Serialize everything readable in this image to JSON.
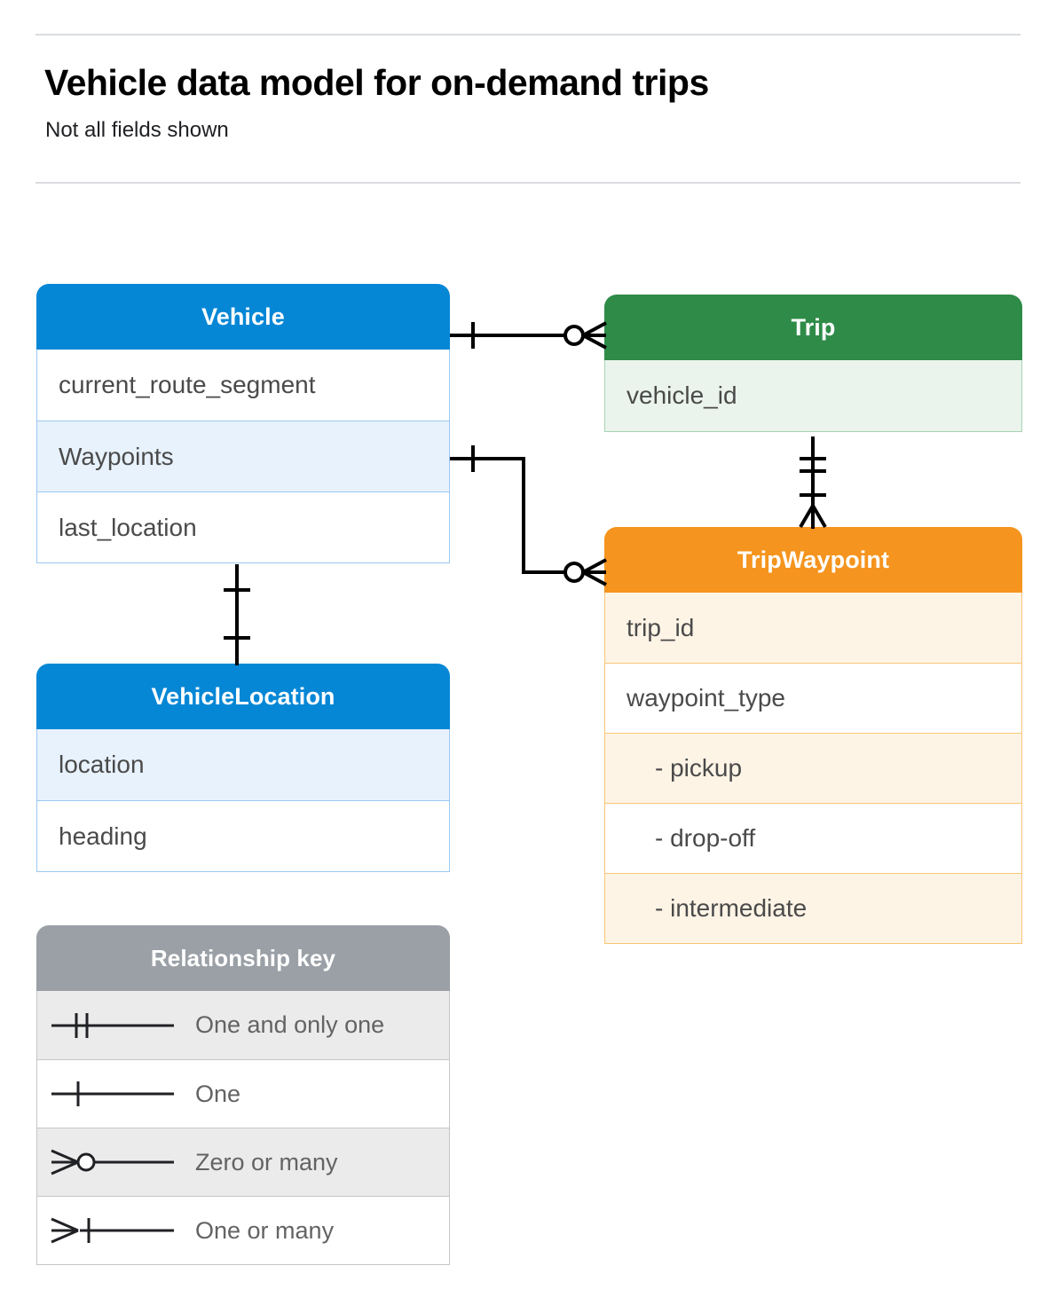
{
  "header": {
    "title": "Vehicle data model for on-demand trips",
    "subtitle": "Not all fields shown"
  },
  "colors": {
    "blue": "#0687d6",
    "blue_light": "#e8f2fd",
    "blue_border": "#9cc9f2",
    "green": "#2e8b48",
    "green_light": "#eaf4ec",
    "green_border": "#a8d3b3",
    "orange": "#f5941e",
    "orange_light": "#fef4e6",
    "orange_border": "#f8c676",
    "grey": "#9aa0a6",
    "grey_light": "#ebebeb",
    "line": "#000000",
    "text": "#4a4a4a"
  },
  "entities": [
    {
      "id": "vehicle",
      "title": "Vehicle",
      "theme": "blue",
      "fields": [
        {
          "label": "current_route_segment",
          "shaded": false
        },
        {
          "label": "Waypoints",
          "shaded": true
        },
        {
          "label": "last_location",
          "shaded": false
        }
      ]
    },
    {
      "id": "trip",
      "title": "Trip",
      "theme": "green",
      "fields": [
        {
          "label": "vehicle_id",
          "shaded": true
        }
      ]
    },
    {
      "id": "tripwaypoint",
      "title": "TripWaypoint",
      "theme": "orange",
      "fields": [
        {
          "label": "trip_id",
          "shaded": true,
          "indent": false
        },
        {
          "label": "waypoint_type",
          "shaded": false,
          "indent": false
        },
        {
          "label": "-  pickup",
          "shaded": true,
          "indent": true
        },
        {
          "label": "-  drop-off",
          "shaded": false,
          "indent": true
        },
        {
          "label": "-  intermediate",
          "shaded": true,
          "indent": true
        }
      ]
    },
    {
      "id": "vehiclelocation",
      "title": "VehicleLocation",
      "theme": "blue",
      "fields": [
        {
          "label": "location",
          "shaded": true
        },
        {
          "label": "heading",
          "shaded": false
        }
      ]
    }
  ],
  "legend": {
    "title": "Relationship key",
    "rows": [
      {
        "symbol": "one-and-only-one",
        "label": "One and only one",
        "shaded": true
      },
      {
        "symbol": "one",
        "label": "One",
        "shaded": false
      },
      {
        "symbol": "zero-or-many",
        "label": "Zero or many",
        "shaded": true
      },
      {
        "symbol": "one-or-many",
        "label": "One or many",
        "shaded": false
      }
    ]
  },
  "relationships": [
    {
      "id": "vehicle-to-trip",
      "from": "Vehicle",
      "to": "Trip",
      "from_cardinality": "one",
      "to_cardinality": "zero-or-many"
    },
    {
      "id": "waypoints-to-tripwaypoint",
      "from": "Vehicle.Waypoints",
      "to": "TripWaypoint",
      "from_cardinality": "one",
      "to_cardinality": "zero-or-many"
    },
    {
      "id": "trip-to-tripwaypoint",
      "from": "Trip",
      "to": "TripWaypoint",
      "from_cardinality": "one-and-only-one",
      "to_cardinality": "one-or-many"
    },
    {
      "id": "vehicle-to-vehiclelocation",
      "from": "Vehicle",
      "to": "VehicleLocation",
      "from_cardinality": "one",
      "to_cardinality": "one"
    }
  ]
}
